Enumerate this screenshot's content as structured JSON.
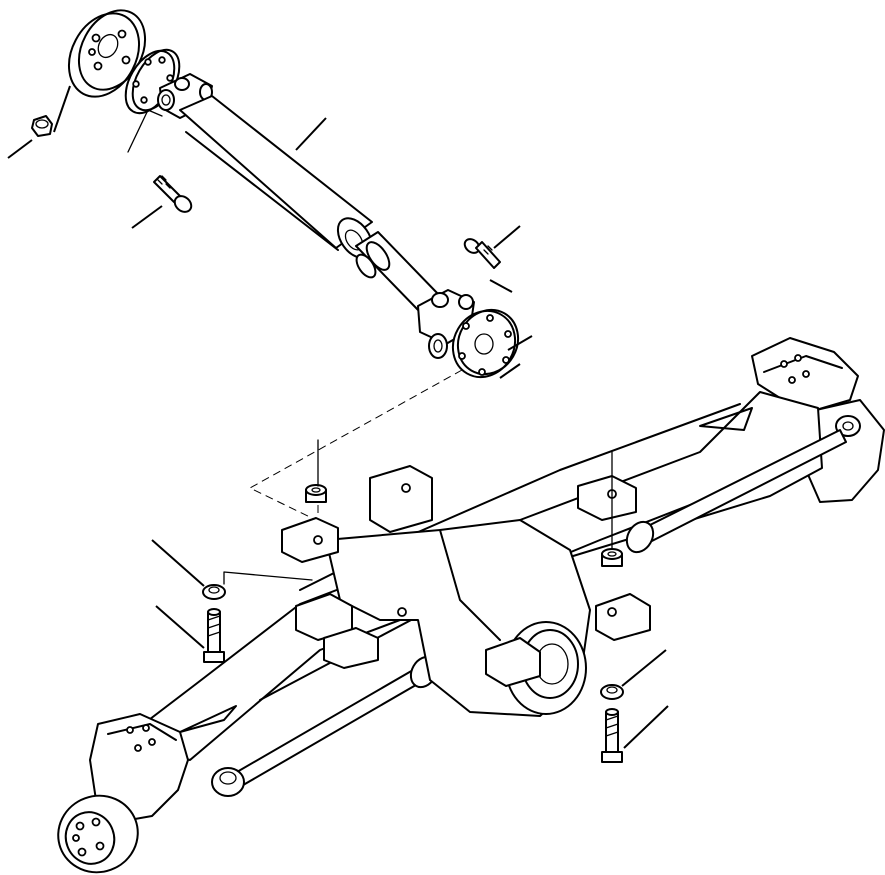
{
  "figure": {
    "colors": {
      "line": "#000000",
      "background": "#ffffff"
    },
    "parts": [
      {
        "name": "drive-shaft",
        "icon": "drive-shaft-icon"
      },
      {
        "name": "flange-plate",
        "icon": "flange-icon"
      },
      {
        "name": "mounting-bolt",
        "icon": "bolt-icon"
      },
      {
        "name": "lock-nut",
        "icon": "nut-icon"
      },
      {
        "name": "washer",
        "icon": "washer-icon"
      },
      {
        "name": "front-axle-housing",
        "icon": "axle-icon"
      }
    ]
  }
}
